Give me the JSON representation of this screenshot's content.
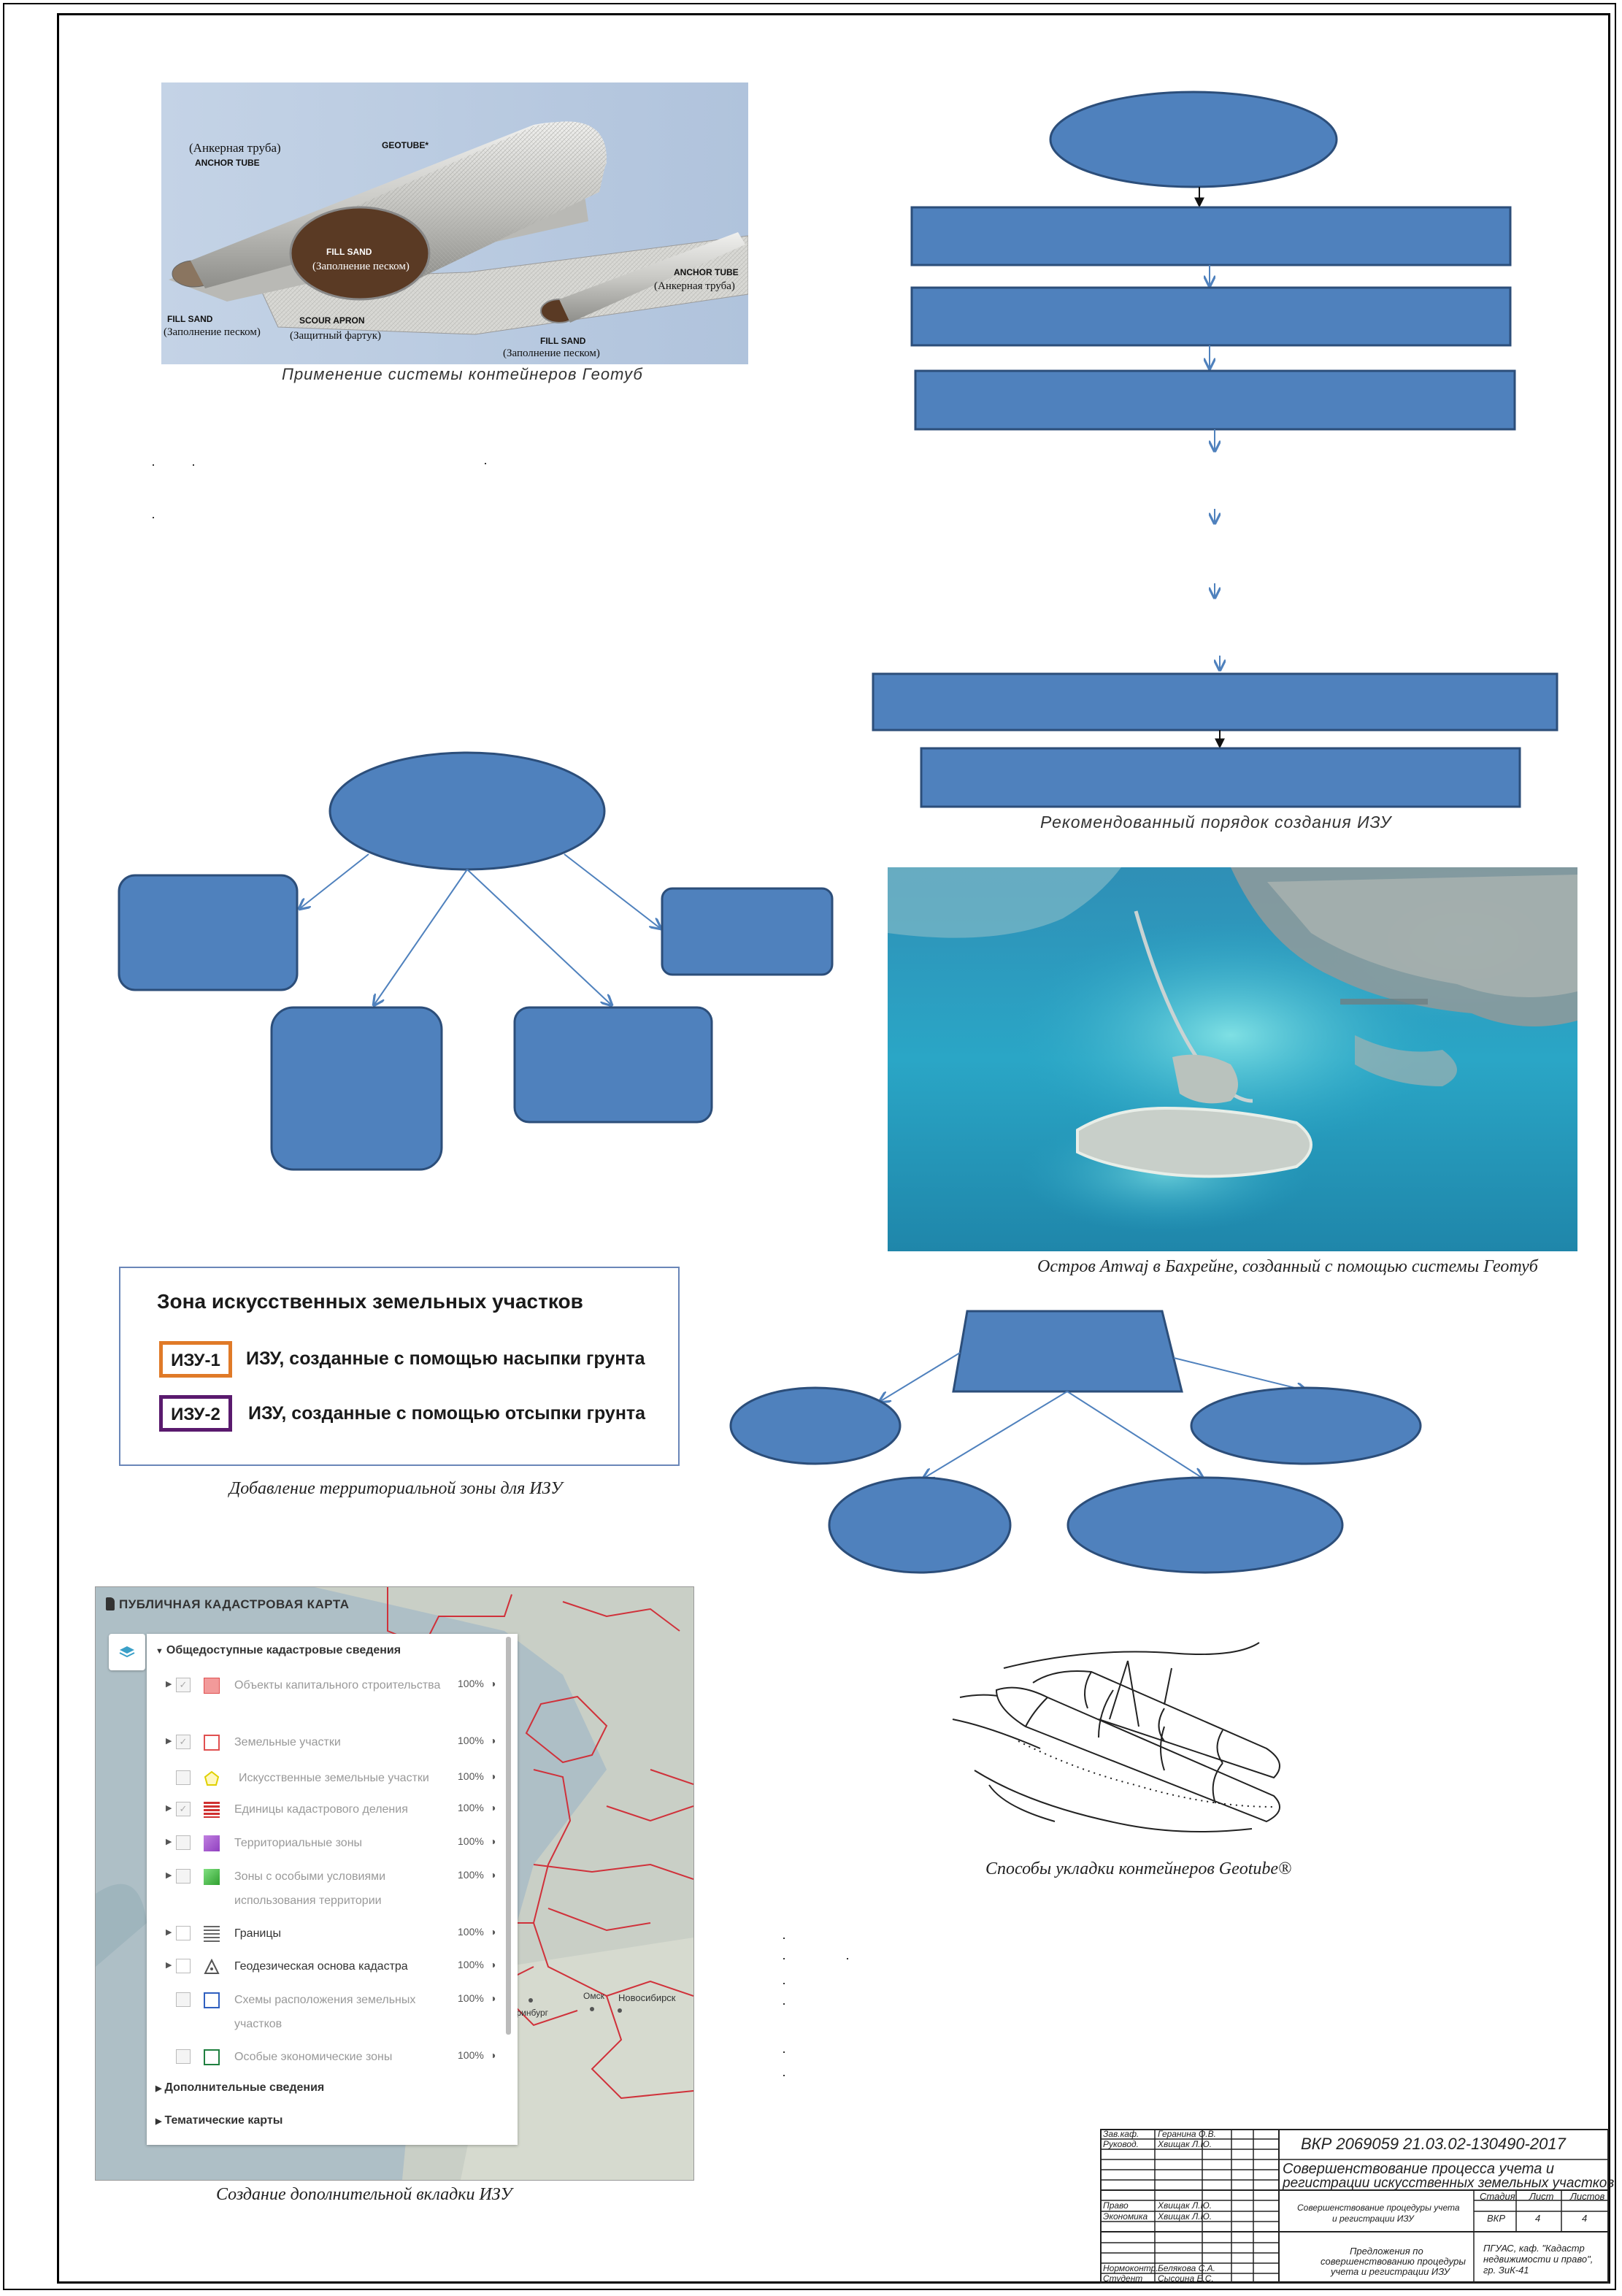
{
  "captions": {
    "geotube": "Применение системы контейнеров Геотуб",
    "flowchart": "Рекомендованный порядок создания ИЗУ",
    "island": "Остров Amwaj в Бахрейне, созданный с помощью системы Геотуб",
    "zone": "Добавление территориальной зоны для ИЗУ",
    "laying": "Способы укладки контейнеров Geotube®",
    "cadastral": "Создание дополнительной вкладки ИЗУ"
  },
  "geotube_labels": {
    "anchor_ru_left": "(Анкерная труба)",
    "anchor_en_left": "ANCHOR TUBE",
    "geotube": "GEOTUBE*",
    "fill_sand_mid": "FILL SAND",
    "fill_sand_mid_ru": "(Заполнение песком)",
    "anchor_en_right": "ANCHOR TUBE",
    "anchor_ru_right": "(Анкерная труба)",
    "fill_sand_left": "FILL SAND",
    "fill_sand_left_ru": "(Заполнение песком)",
    "scour_apron": "SCOUR APRON",
    "scour_apron_ru": "(Защитный фартук)",
    "fill_sand_right": "FILL SAND",
    "fill_sand_right_ru": "(Заполнение песком)"
  },
  "zone_legend": {
    "title": "Зона искусственных земельных участков",
    "items": [
      {
        "tag": "ИЗУ-1",
        "text": "ИЗУ, созданные с помощью насыпки грунта",
        "color": "#e07a28"
      },
      {
        "tag": "ИЗУ-2",
        "text": "ИЗУ, созданные с помощью отсыпки грунта",
        "color": "#5a1a6e"
      }
    ]
  },
  "cadastral_map": {
    "title": "ПУБЛИЧНАЯ КАДАСТРОВАЯ КАРТА",
    "section_public": "Общедоступные кадастровые сведения",
    "layers": [
      {
        "name": "Объекты капитального строительства",
        "pct": "100%",
        "checked": true,
        "color": "#e05050"
      },
      {
        "name": "Земельные участки",
        "pct": "100%",
        "checked": true,
        "color": "#e05050"
      },
      {
        "name": "Искусственные земельные участки",
        "pct": "100%",
        "checked": false,
        "color": "#e0d000"
      },
      {
        "name": "Единицы кадастрового деления",
        "pct": "100%",
        "checked": true,
        "color": "#d03030"
      },
      {
        "name": "Территориальные зоны",
        "pct": "100%",
        "checked": false,
        "color": "#9040c0"
      },
      {
        "name": "Зоны с особыми условиями использования территории",
        "pct": "100%",
        "checked": false,
        "color": "#30a030"
      },
      {
        "name": "Границы",
        "pct": "100%",
        "checked": false,
        "color": "#666666"
      },
      {
        "name": "Геодезическая основа кадастра",
        "pct": "100%",
        "checked": false,
        "color": "#555555"
      },
      {
        "name": "Схемы расположения земельных участков",
        "pct": "100%",
        "checked": false,
        "color": "#3060c0"
      },
      {
        "name": "Особые экономические зоны",
        "pct": "100%",
        "checked": false,
        "color": "#208040"
      }
    ],
    "section_additional": "Дополнительные сведения",
    "section_thematic": "Тематические карты",
    "city1": "Омск",
    "city2": "Новосибирск",
    "city3": "Екатеринбург"
  },
  "title_block": {
    "doc_code": "ВКР 2069059 21.03.02-130490-2017",
    "title_line1": "Совершенствование процесса учета и",
    "title_line2": "регистрации искусственных земельных участков",
    "sheet_title_line1": "Совершенствование процедуры учета",
    "sheet_title_line2": "и регистрации ИЗУ",
    "drawing_line1": "Предложения по",
    "drawing_line2": "совершенствованию процедуры",
    "drawing_line3": "учета и регистрации ИЗУ",
    "org_line1": "ПГУАС, каф. \"Кадастр",
    "org_line2": "недвижимости и право\",",
    "org_line3": "гр. ЗиК-41",
    "roles": [
      {
        "role": "Зав.каф.",
        "name": "Геранина О.В."
      },
      {
        "role": "Руковод.",
        "name": "Хвищак Л.Ю."
      },
      {
        "role": "Право",
        "name": "Хвищак Л.Ю."
      },
      {
        "role": "Экономика",
        "name": "Хвищак Л.Ю."
      },
      {
        "role": "Нормоконтр.",
        "name": "Белякова С.А."
      },
      {
        "role": "Студент",
        "name": "Сысоина Е.С."
      }
    ],
    "col_stage": "Стадия",
    "col_sheet": "Лист",
    "col_sheets": "Листов",
    "stage": "ВКР",
    "sheet": "4",
    "sheets": "4"
  }
}
